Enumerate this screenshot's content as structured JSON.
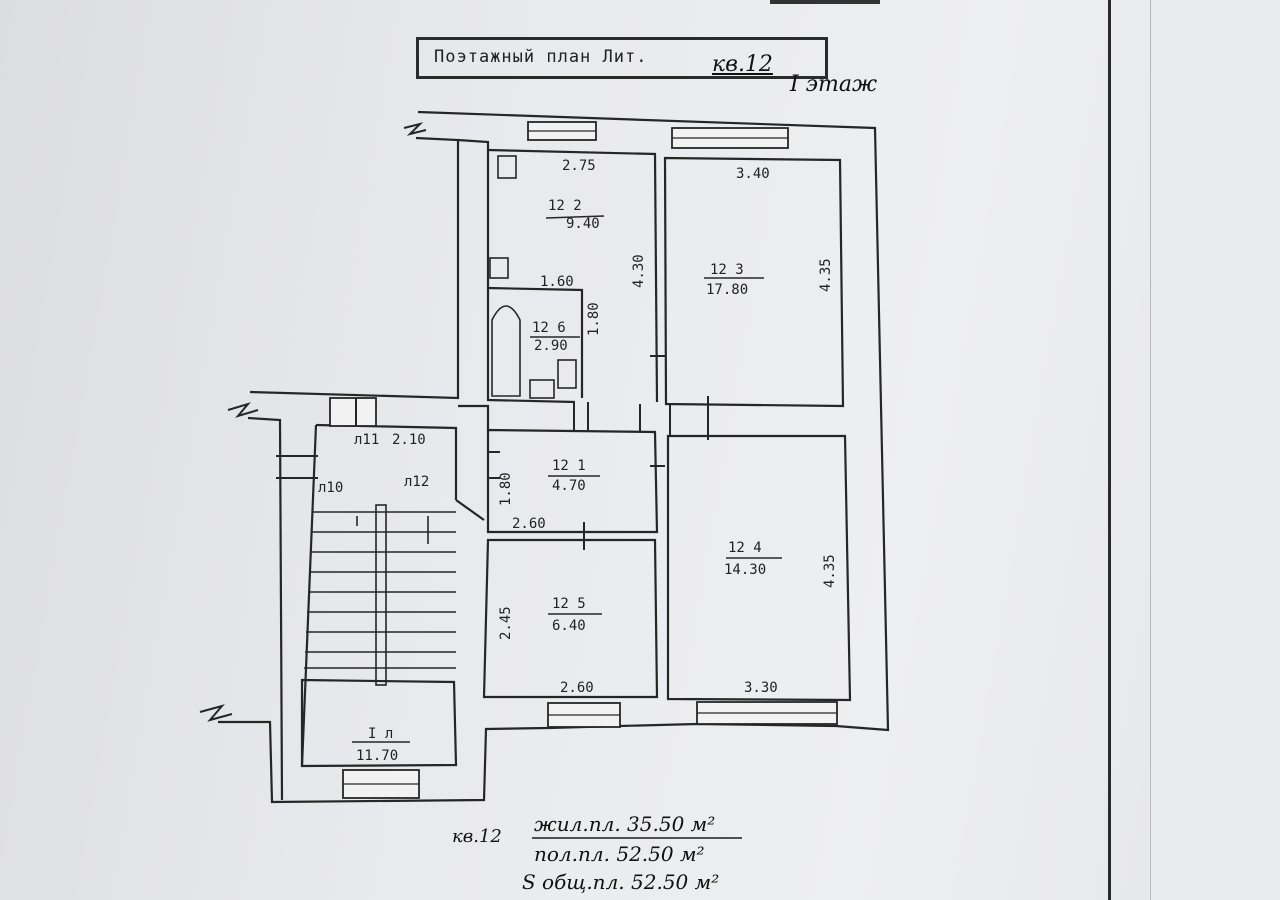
{
  "title": {
    "printed": "Поэтажный план Лит.",
    "handwritten": "кв.12",
    "floor": "I этаж"
  },
  "rooms": [
    {
      "id": "2",
      "label": "12 2",
      "area": "9.40",
      "width": "2.75",
      "height": "4.30"
    },
    {
      "id": "3",
      "label": "12 3",
      "area": "17.80",
      "width": "3.40",
      "height": "4.35"
    },
    {
      "id": "6",
      "label": "12 6",
      "area": "2.90",
      "width": "1.60",
      "height": "1.80"
    },
    {
      "id": "1",
      "label": "12 1",
      "area": "4.70",
      "width": "2.60",
      "height": "1.80"
    },
    {
      "id": "4",
      "label": "12 4",
      "area": "14.30",
      "width": "3.30",
      "height": "4.35"
    },
    {
      "id": "5",
      "label": "12 5",
      "area": "6.40",
      "width": "2.60",
      "height": "2.45"
    }
  ],
  "stairwell": {
    "top_label": "л11",
    "top_dim": "2.10",
    "left_label": "л10",
    "right_label": "л12",
    "room_label": "I л",
    "room_area": "11.70"
  },
  "summary": {
    "apartment": "кв.12",
    "living": "жил.пл. 35.50 м²",
    "useful": "пол.пл. 52.50 м²",
    "total": "S общ.пл. 52.50 м²"
  }
}
